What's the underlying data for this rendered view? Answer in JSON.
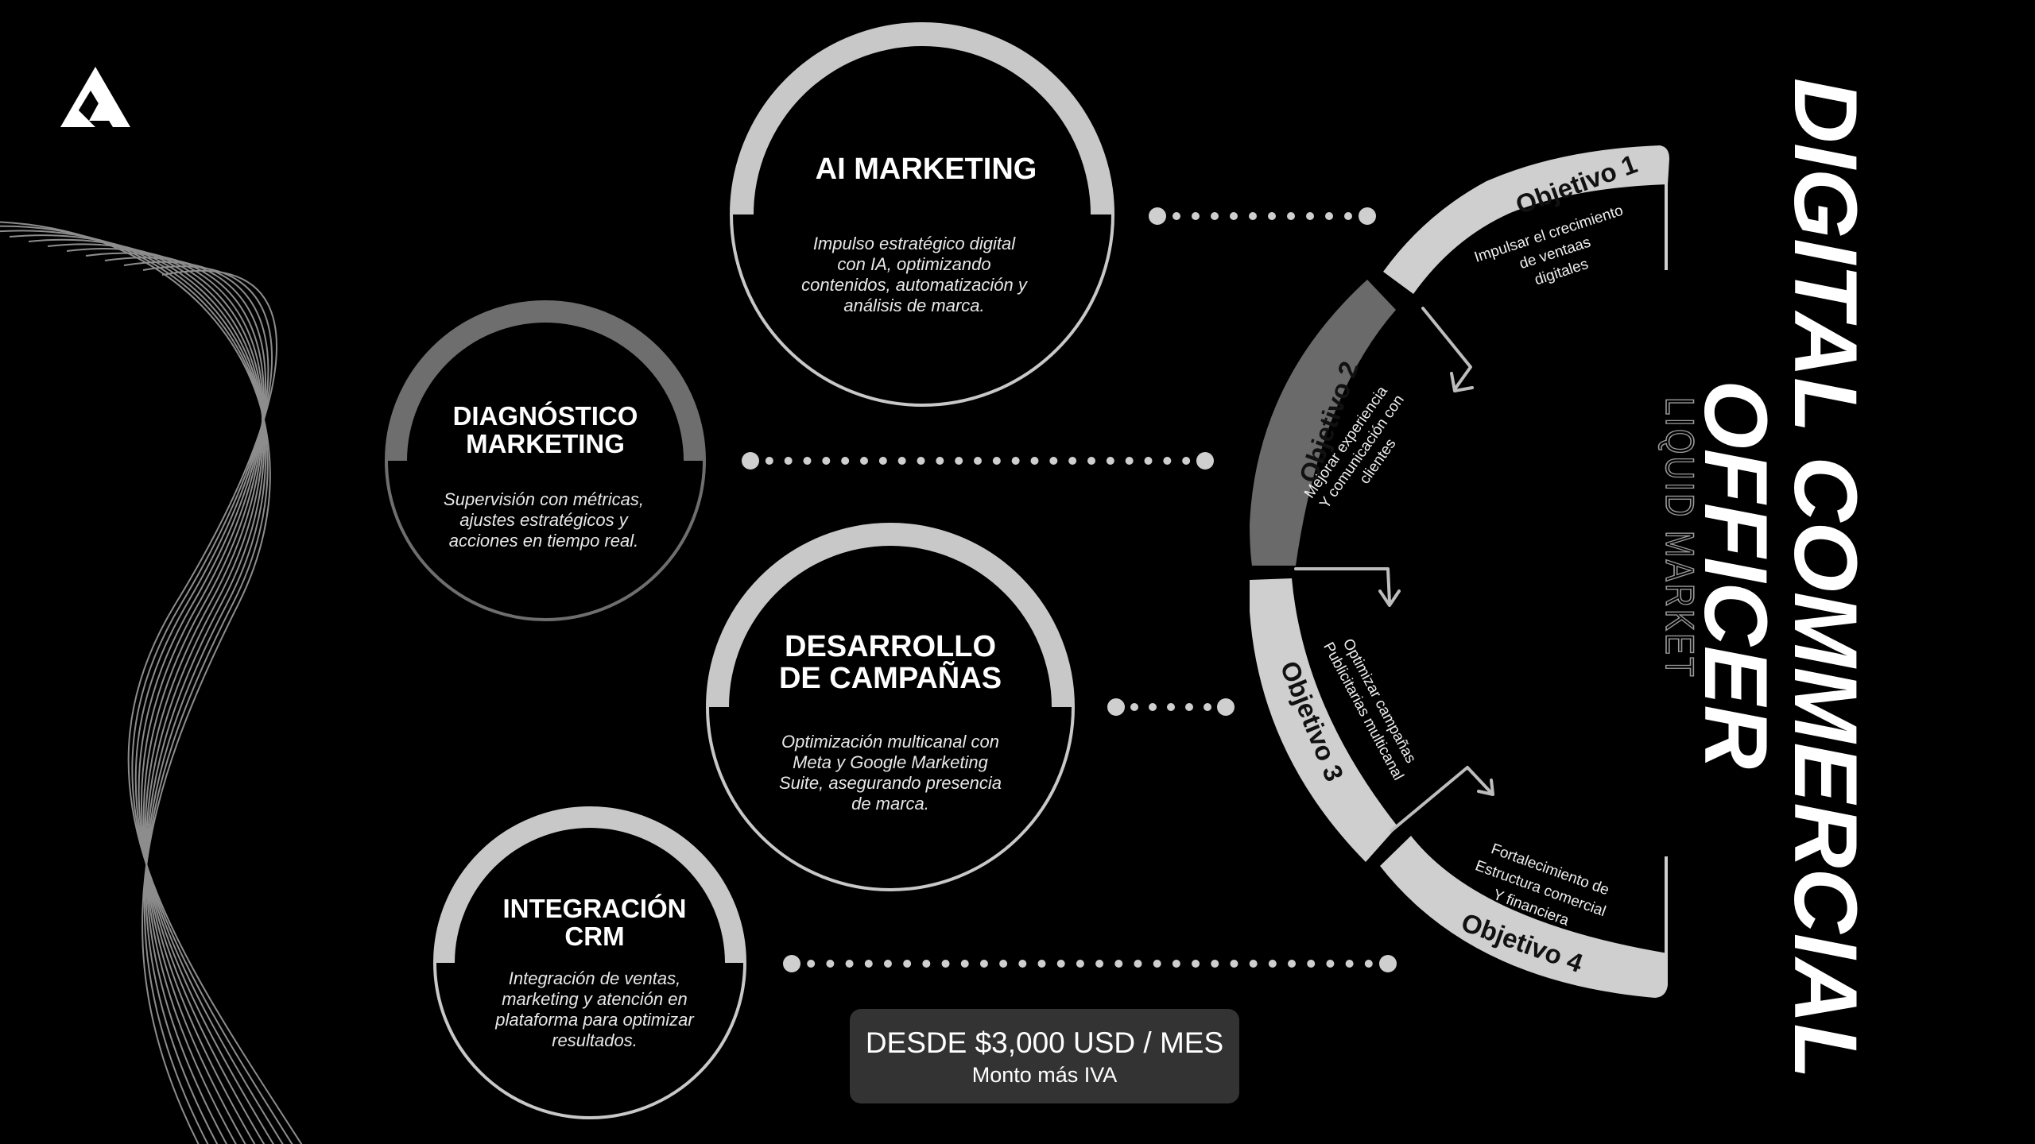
{
  "brand": {
    "logo": "liquid-market-logo"
  },
  "title": {
    "line1": "DIGITAL COMMERCIAL",
    "line2": "OFFICER",
    "subtitle": "LIQUID MARKET"
  },
  "services": [
    {
      "title_lines": [
        "AI MARKETING"
      ],
      "desc_lines": [
        "Impulso estratégico digital",
        "con IA, optimizando",
        "contenidos, automatización y",
        "análisis de marca."
      ]
    },
    {
      "title_lines": [
        "DIAGNÓSTICO",
        "MARKETING"
      ],
      "desc_lines": [
        "Supervisión con métricas,",
        "ajustes estratégicos y",
        "acciones en tiempo real."
      ]
    },
    {
      "title_lines": [
        "DESARROLLO",
        "DE CAMPAÑAS"
      ],
      "desc_lines": [
        "Optimización multicanal con",
        "Meta y Google Marketing",
        "Suite, asegurando presencia",
        "de marca."
      ]
    },
    {
      "title_lines": [
        "INTEGRACIÓN",
        "CRM"
      ],
      "desc_lines": [
        "Integración de ventas,",
        "marketing y atención en",
        "plataforma para optimizar",
        "resultados."
      ]
    }
  ],
  "objectives": [
    {
      "label": "Objetivo 1",
      "desc_lines": [
        "Impulsar el crecimiento",
        "de ventaas",
        "digitales"
      ]
    },
    {
      "label": "Objetivo 2",
      "desc_lines": [
        "Mejorar experiencia",
        "Y comunicación con",
        "clientes"
      ]
    },
    {
      "label": "Objetivo 3",
      "desc_lines": [
        "Optimizar campañas",
        "Publicitarias multicanal"
      ]
    },
    {
      "label": "Objetivo 4",
      "desc_lines": [
        "Fortalecimiento de",
        "Estructura comercial",
        "Y financiera"
      ]
    }
  ],
  "price": {
    "amount": "DESDE $3,000 USD / MES",
    "note": "Monto más IVA"
  },
  "colors": {
    "background": "#000000",
    "ring_light": "#c8c8c8",
    "ring_dark": "#6e6e6e",
    "price_box": "#333333"
  }
}
